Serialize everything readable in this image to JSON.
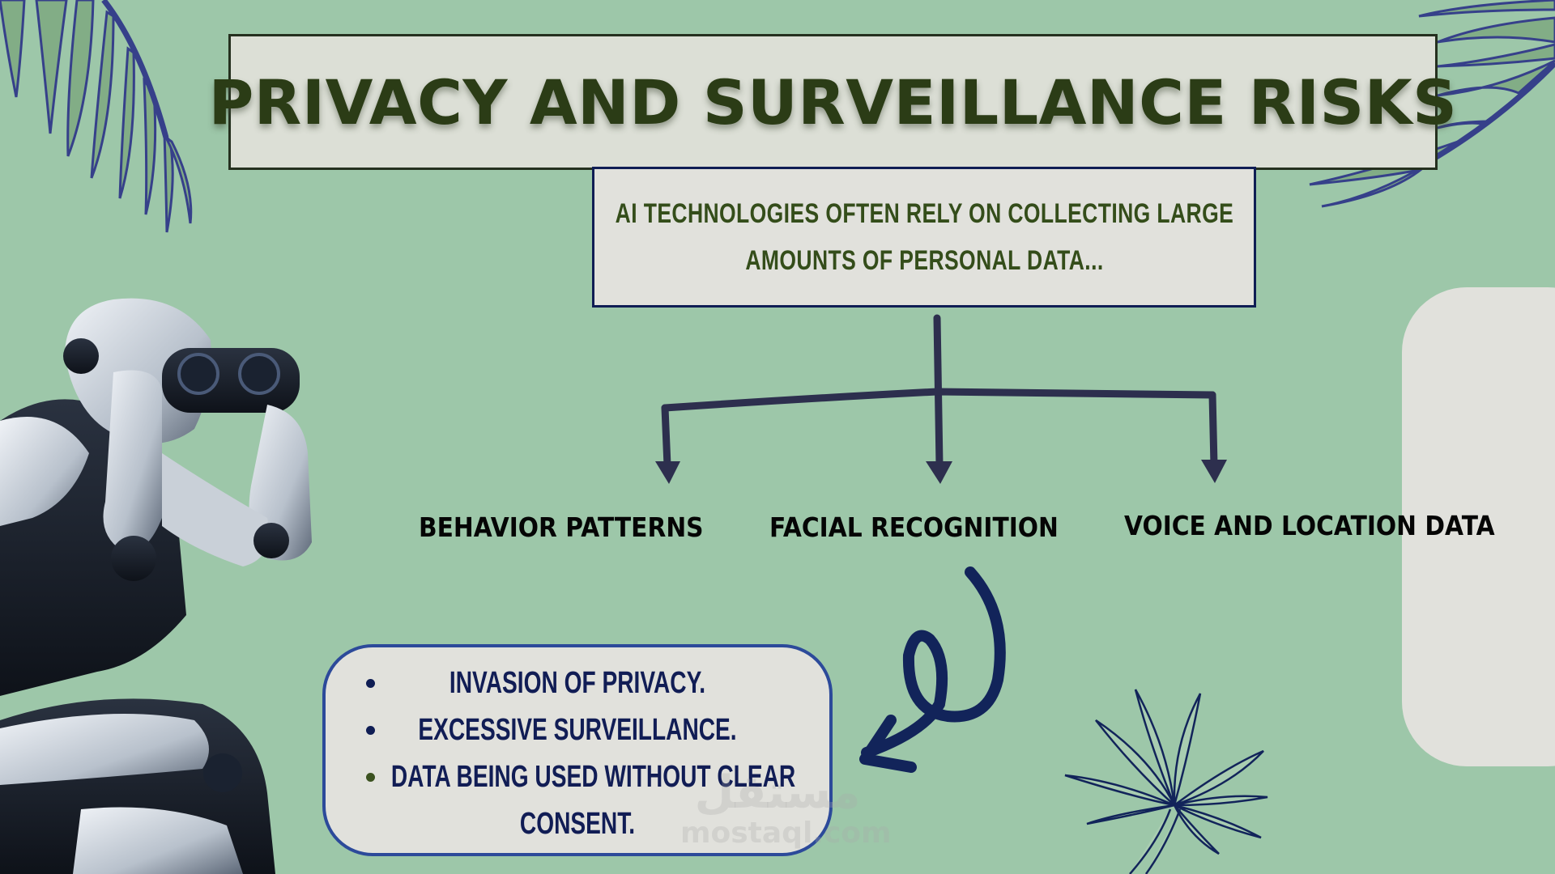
{
  "slide": {
    "title": "PRIVACY AND SURVEILLANCE RISKS",
    "intro": {
      "lines": [
        "AI TECHNOLOGIES OFTEN RELY ON COLLECTING LARGE",
        "AMOUNTS OF PERSONAL DATA..."
      ]
    },
    "categories": [
      {
        "label": "BEHAVIOR PATTERNS"
      },
      {
        "label": "FACIAL RECOGNITION"
      },
      {
        "label": "VOICE AND LOCATION DATA"
      }
    ],
    "risks": {
      "items": [
        {
          "text": "INVASION OF PRIVACY.",
          "bullet_color": "#0f1d54"
        },
        {
          "text": "EXCESSIVE SURVEILLANCE.",
          "bullet_color": "#0f1d54"
        },
        {
          "text": "DATA BEING USED WITHOUT CLEAR",
          "bullet_color": "#3b5220"
        },
        {
          "text": "CONSENT.",
          "bullet_color": null
        }
      ]
    },
    "watermark": {
      "arabic": "مستقل",
      "latin": "mostaql.com"
    },
    "colors": {
      "background": "#9dc7a9",
      "panel": "#e1e1dc",
      "title_text": "#2b3c16",
      "arrow": "#2d2f4e",
      "navy": "#0f1d54",
      "leaf_fill": "#82ad86",
      "leaf_stroke": "#36408a"
    }
  }
}
